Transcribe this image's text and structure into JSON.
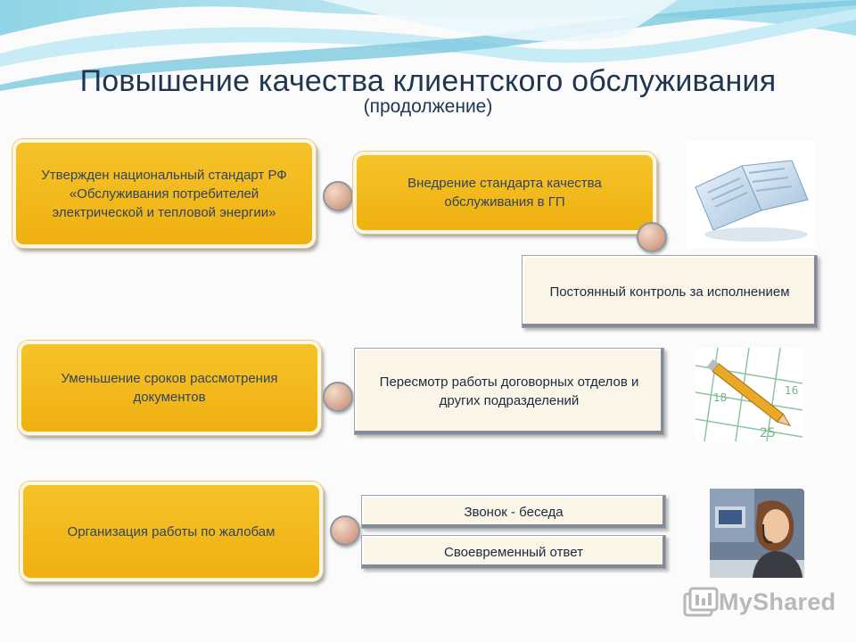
{
  "slide": {
    "title": "Повышение качества клиентского обслуживания",
    "subtitle": "(продолжение)"
  },
  "boxes": {
    "standard": "Утвержден национальный стандарт РФ «Обслуживания потребителей электрической и тепловой энергии»",
    "implementation": "Внедрение стандарта качества обслуживания в ГП",
    "control": "Постоянный контроль за исполнением",
    "reduce_terms": "Уменьшение сроков рассмотрения документов",
    "review_work": "Пересмотр работы договорных отделов и других подразделений",
    "complaints": "Организация работы по жалобам",
    "call": "Звонок - беседа",
    "timely_answer": "Своевременный ответ"
  },
  "logo": {
    "text": "MyShared"
  },
  "colors": {
    "yellow": "#f2b81c",
    "title": "#1f3550",
    "cream": "#fbf5e8"
  }
}
